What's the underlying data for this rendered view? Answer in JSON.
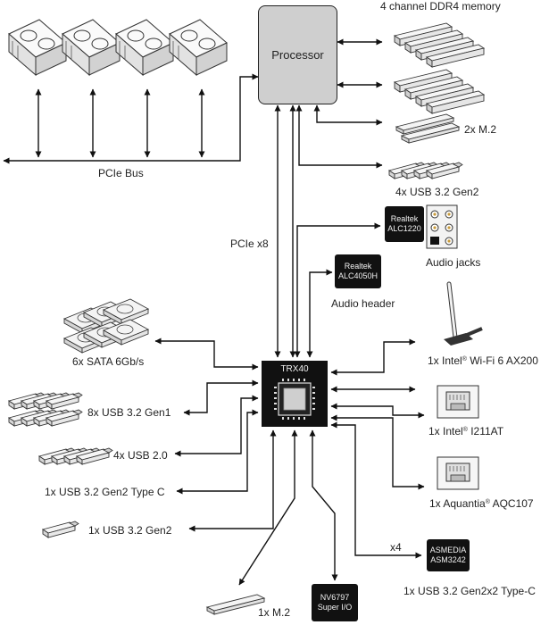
{
  "processor": {
    "label": "Processor"
  },
  "chipset": {
    "label": "TRX40"
  },
  "labels": {
    "memory": "4 channel DDR4 memory",
    "m2_top": "2x M.2",
    "usb_gen2_top": "4x USB 3.2 Gen2",
    "pcie_bus": "PCIe Bus",
    "pcie_x8": "PCIe x8",
    "audio_jacks": "Audio jacks",
    "audio_header": "Audio header",
    "sata": "6x SATA 6Gb/s",
    "usb_gen1": "8x USB 3.2 Gen1",
    "usb2": "4x USB 2.0",
    "usb_typec": "1x USB 3.2 Gen2 Type C",
    "usb_gen2_single": "1x USB 3.2 Gen2",
    "m2_bottom": "1x M.2",
    "wifi_prefix": "1x Intel",
    "wifi_suffix": " Wi-Fi 6 AX200",
    "lan1_prefix": "1x Intel",
    "lan1_suffix": " I211AT",
    "lan2_prefix": "1x Aquantia",
    "lan2_suffix": " AQC107",
    "x4": "x4",
    "asmedia_port": "1x USB 3.2 Gen2x2 Type-C",
    "registered": "®"
  },
  "chips": {
    "realtek_alc1220": [
      "Realtek",
      "ALC1220"
    ],
    "realtek_alc4050h": [
      "Realtek",
      "ALC4050H"
    ],
    "asmedia": [
      "ASMEDIA",
      "ASM3242"
    ],
    "superio": [
      "NV6797",
      "Super I/O"
    ]
  }
}
